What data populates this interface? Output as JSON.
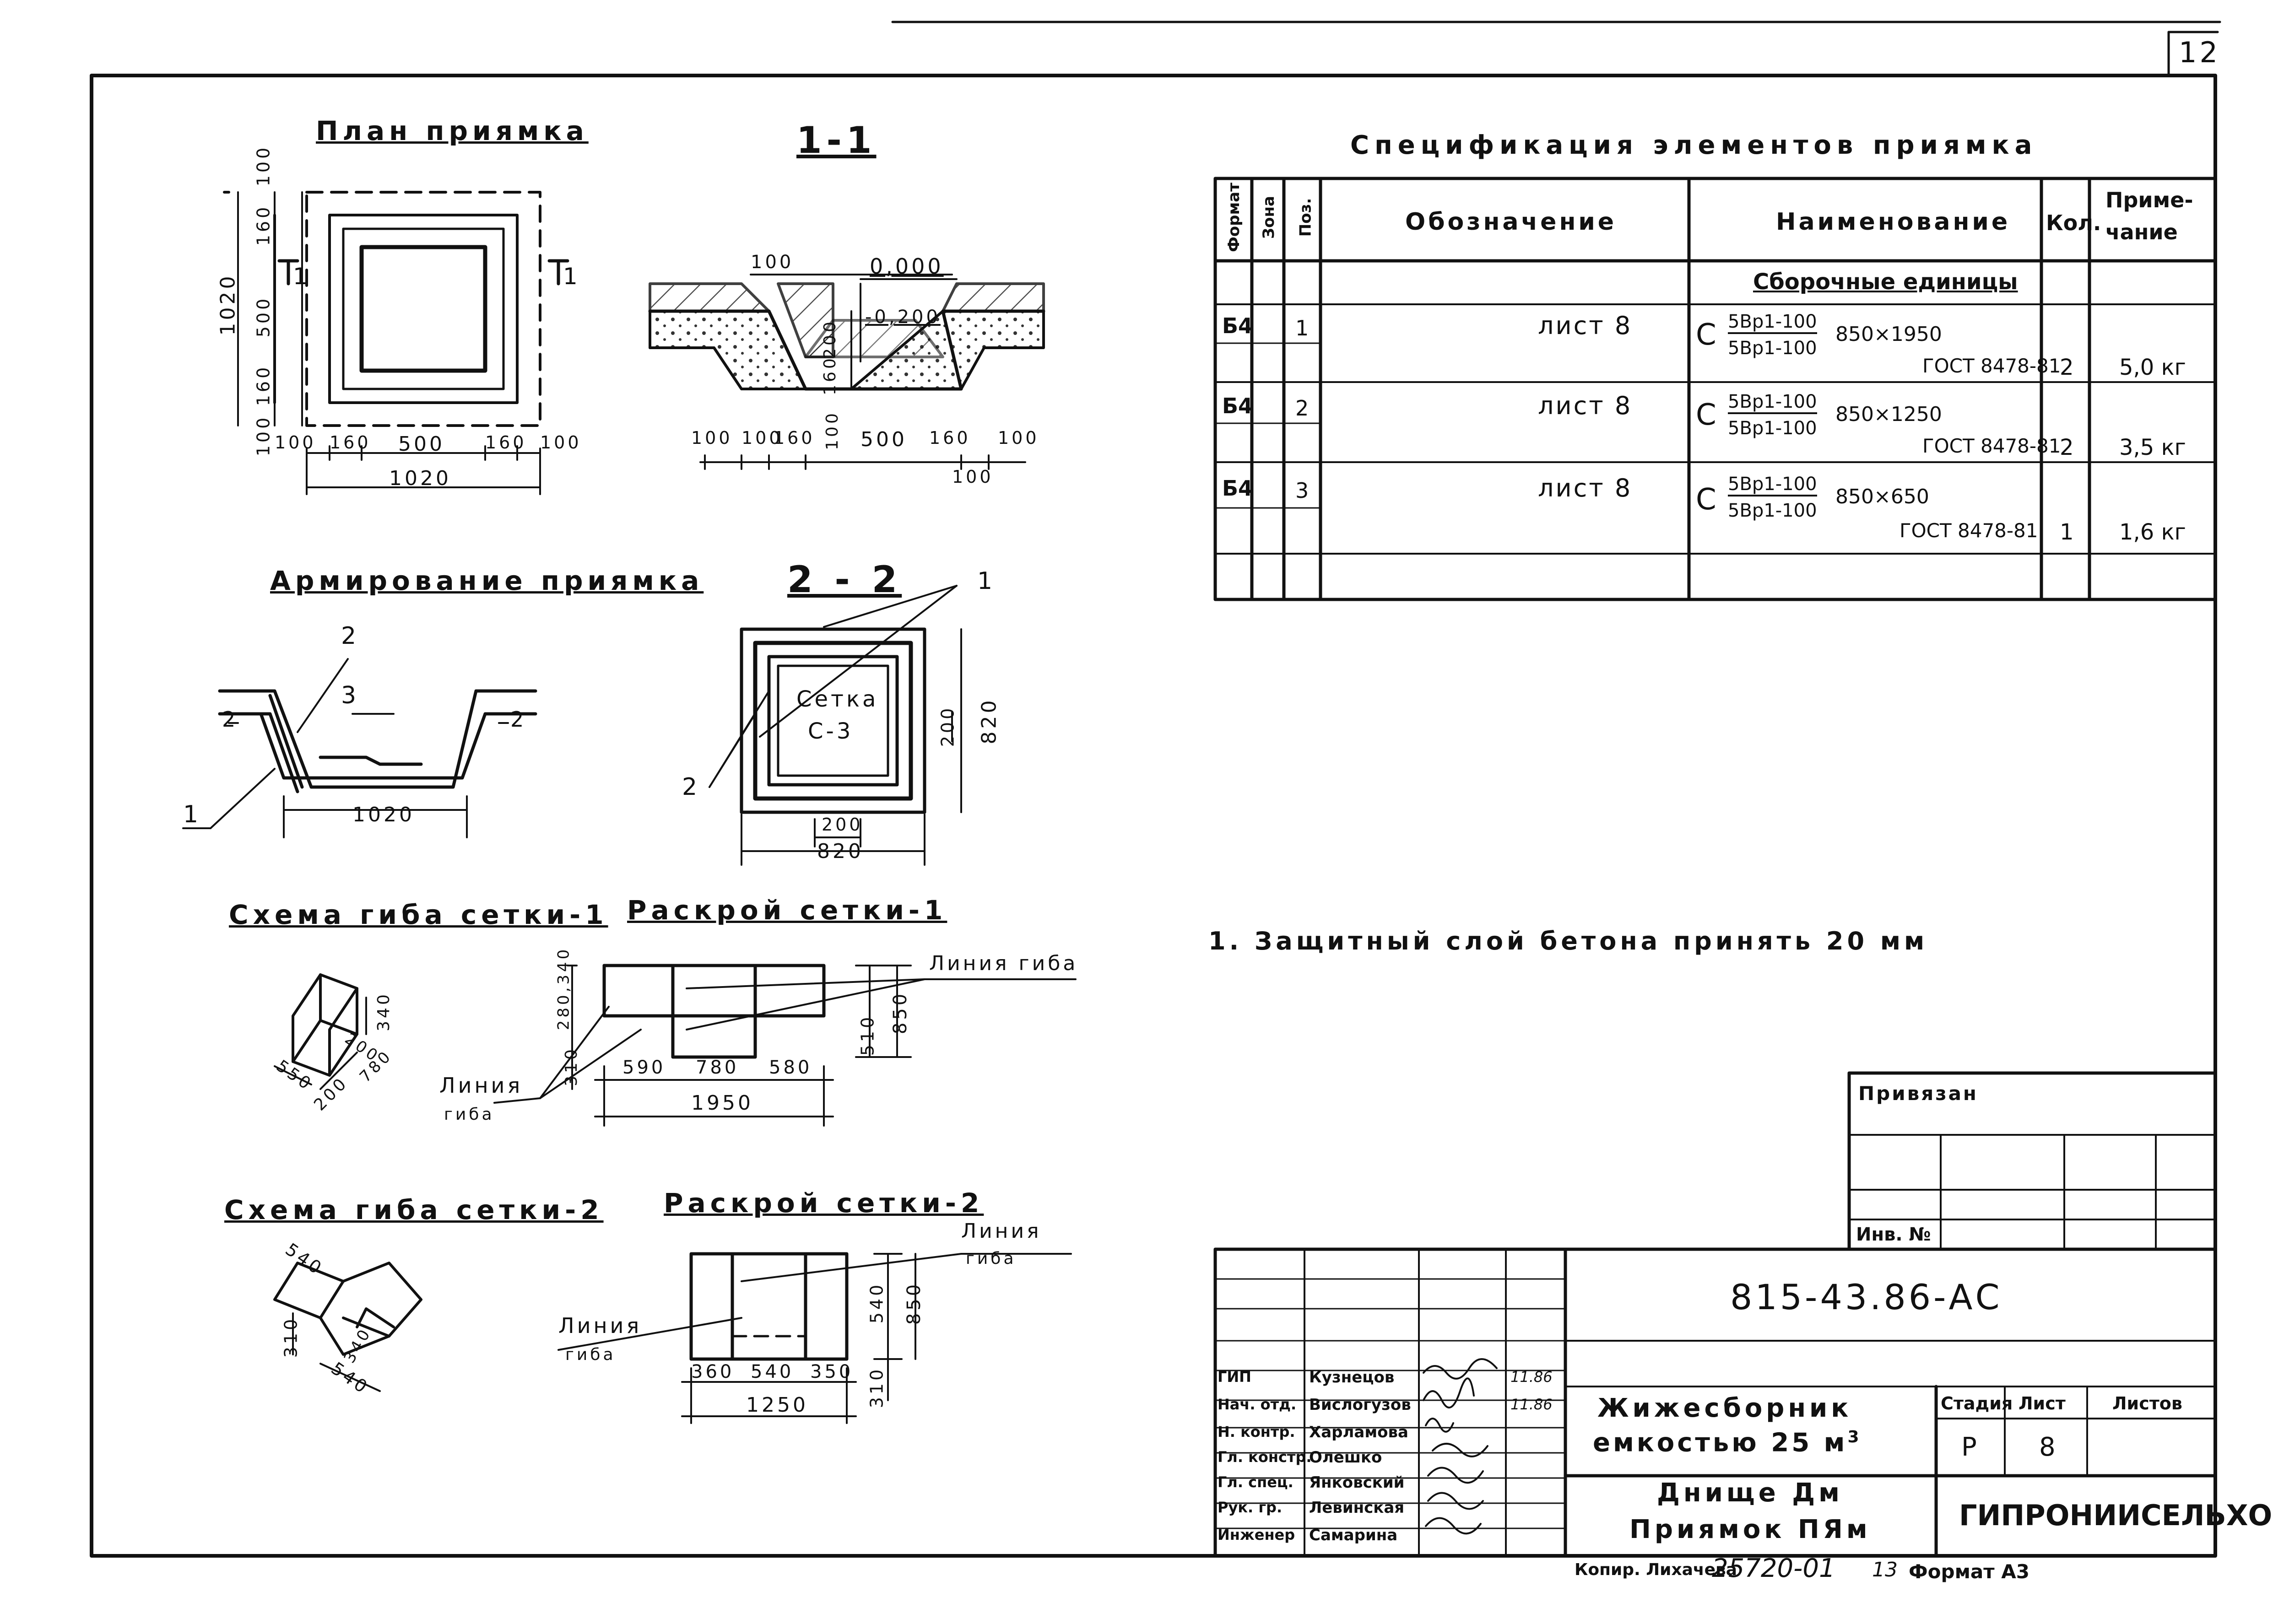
{
  "sheet": {
    "page_number": "12",
    "format_label": "Формат  А3",
    "copy_label": "Копир. Лихачева",
    "copy_number": "25720-01",
    "copy_sheet": "13"
  },
  "titles": {
    "plan": "План приямка",
    "section_1_1": "1-1",
    "reinforcement": "Армирование приямка",
    "section_2_2": "2 - 2",
    "bend_scheme_1": "Схема гиба сетки-1",
    "cut_1": "Раскрой сетки-1",
    "bend_scheme_2": "Схема гиба сетки-2",
    "cut_2": "Раскрой сетки-2",
    "spec": "Спецификация элементов приямка"
  },
  "plan_dims": {
    "d100": "100",
    "d160": "160",
    "d500": "500",
    "d1020": "1020",
    "cut_mark": "1"
  },
  "section_dims": {
    "d100": "100",
    "d160": "160",
    "d500": "500",
    "d200": "200",
    "elev_0": "0,000",
    "elev_neg": "-0,200"
  },
  "reinforcement_labels": {
    "p1": "1",
    "p2": "2",
    "p3": "3",
    "width": "1020"
  },
  "section22": {
    "mesh_label_1": "Сетка",
    "mesh_label_2": "С-3",
    "d200": "200",
    "d820": "820",
    "p1": "1",
    "p2": "2"
  },
  "cut1_dims": {
    "d590": "590",
    "d780": "780",
    "d580": "580",
    "d1950": "1950",
    "d510": "510",
    "d850": "850",
    "d310": "310",
    "d280_340": "280,340",
    "bend_line": "Линия гиба",
    "bend_line_a": "Линия",
    "bend_line_b": "гиба"
  },
  "bend1_dims": {
    "d550": "550",
    "d200": "200",
    "d200b": "200",
    "d780": "780",
    "d340": "340"
  },
  "cut2_dims": {
    "d360": "360",
    "d540": "540",
    "d350": "350",
    "d1250": "1250",
    "d540v": "540",
    "d850": "850",
    "d310": "310",
    "bend_line_a": "Линия",
    "bend_line_b": "гиба"
  },
  "bend2_dims": {
    "d540": "540",
    "d310": "310",
    "d540b": "540",
    "d340": "340"
  },
  "spec_table": {
    "headers": {
      "format": "Формат",
      "zone": "Зона",
      "pos": "Поз.",
      "designation": "Обозначение",
      "name": "Наименование",
      "qty": "Кол.",
      "note_1": "Приме-",
      "note_2": "чание"
    },
    "section": "Сборочные единицы",
    "rows": [
      {
        "format": "Б4",
        "pos": "1",
        "designation": "лист 8",
        "prefix": "С",
        "num": "5Вр1-100",
        "den": "5Вр1-100",
        "size": "850×1950",
        "gost": "ГОСТ 8478-81",
        "qty": "2",
        "note": "5,0 кг"
      },
      {
        "format": "Б4",
        "pos": "2",
        "designation": "лист 8",
        "prefix": "С",
        "num": "5Вр1-100",
        "den": "5Вр1-100",
        "size": "850×1250",
        "gost": "ГОСТ 8478-81",
        "qty": "2",
        "note": "3,5 кг"
      },
      {
        "format": "Б4",
        "pos": "3",
        "designation": "лист 8",
        "prefix": "С",
        "num": "5Вр1-100",
        "den": "5Вр1-100",
        "size": "850×650",
        "gost": "ГОСТ 8478-81",
        "qty": "1",
        "note": "1,6 кг"
      }
    ]
  },
  "note": "1. Защитный слой бетона принять 20 мм",
  "stamp": {
    "privyazan": "Привязан",
    "inv": "Инв. №",
    "code": "815-43.86-АС",
    "project_1": "Жижесборник",
    "project_2": "емкостью 25 м",
    "project_sup": "3",
    "sheet_title_1": "Днище Дм",
    "sheet_title_2": "Приямок ПЯм",
    "organization": "ГИПРОНИИСЕЛЬХОЗ",
    "stage_label": "Стадия",
    "sheet_label": "Лист",
    "sheets_label": "Листов",
    "stage": "Р",
    "sheet_no": "8",
    "people": [
      {
        "role": "ГИП",
        "name": "Кузнецов",
        "date": "11.86"
      },
      {
        "role": "Нач. отд.",
        "name": "Вислогузов",
        "date": "11.86"
      },
      {
        "role": "Н. контр.",
        "name": "Харламова",
        "date": ""
      },
      {
        "role": "Гл. констр.",
        "name": "Олешко",
        "date": ""
      },
      {
        "role": "Гл. спец.",
        "name": "Янковский",
        "date": ""
      },
      {
        "role": "Рук. гр.",
        "name": "Левинская",
        "date": ""
      },
      {
        "role": "Инженер",
        "name": "Самарина",
        "date": ""
      }
    ]
  }
}
